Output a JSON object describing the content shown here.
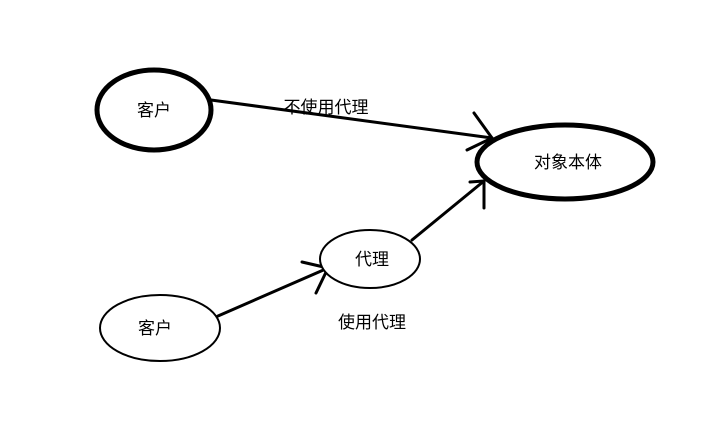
{
  "nodes": {
    "client_top": {
      "label": "客户"
    },
    "target": {
      "label": "对象本体"
    },
    "proxy": {
      "label": "代理"
    },
    "client_bottom": {
      "label": "客户"
    }
  },
  "edges": {
    "direct": {
      "label": "不使用代理"
    },
    "via_proxy": {
      "label": "使用代理"
    }
  },
  "colors": {
    "stroke": "#000000",
    "background": "#ffffff"
  }
}
